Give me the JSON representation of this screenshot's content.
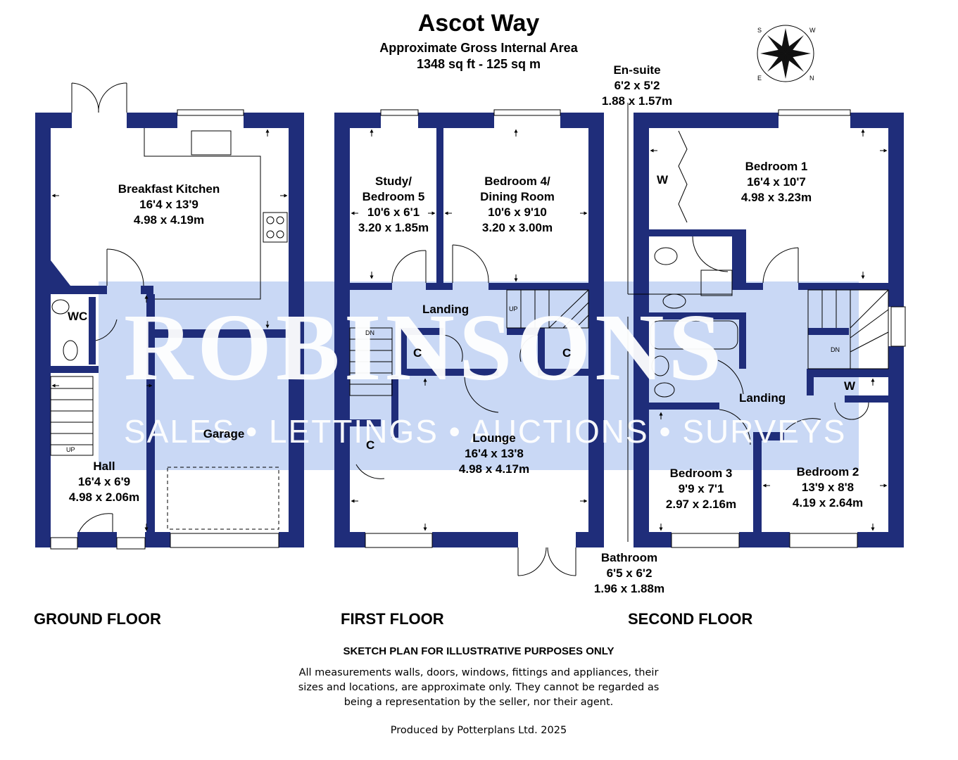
{
  "header": {
    "title": "Ascot Way",
    "subtitle": "Approximate Gross Internal Area",
    "area": "1348 sq ft - 125 sq m"
  },
  "watermark": {
    "brand": "ROBINSONS",
    "services": "SALES • LETTINGS • AUCTIONS • SURVEYS",
    "color": "#c9d8f5"
  },
  "colors": {
    "wall": "#1f2d7a",
    "background": "#ffffff"
  },
  "ground_floor": {
    "label": "GROUND FLOOR",
    "breakfast_kitchen": {
      "name": "Breakfast Kitchen",
      "imperial": "16'4 x 13'9",
      "metric": "4.98 x 4.19m"
    },
    "wc": {
      "name": "WC"
    },
    "garage": {
      "name": "Garage"
    },
    "hall": {
      "name": "Hall",
      "imperial": "16'4 x 6'9",
      "metric": "4.98 x 2.06m"
    },
    "stairs_label": "UP"
  },
  "first_floor": {
    "label": "FIRST FLOOR",
    "study": {
      "name_line1": "Study/",
      "name_line2": "Bedroom 5",
      "imperial": "10'6 x 6'1",
      "metric": "3.20 x 1.85m"
    },
    "bedroom4": {
      "name_line1": "Bedroom 4/",
      "name_line2": "Dining Room",
      "imperial": "10'6 x 9'10",
      "metric": "3.20 x 3.00m"
    },
    "landing": {
      "name": "Landing"
    },
    "cupboard": "C",
    "lounge": {
      "name": "Lounge",
      "imperial": "16'4 x 13'8",
      "metric": "4.98 x 4.17m"
    },
    "stairs_up": "UP",
    "stairs_down": "DN"
  },
  "second_floor": {
    "label": "SECOND FLOOR",
    "ensuite": {
      "name": "En-suite",
      "imperial": "6'2 x 5'2",
      "metric": "1.88 x 1.57m"
    },
    "bedroom1": {
      "name": "Bedroom 1",
      "imperial": "16'4 x 10'7",
      "metric": "4.98 x 3.23m"
    },
    "wardrobe": "W",
    "landing": {
      "name": "Landing"
    },
    "bedroom3": {
      "name": "Bedroom 3",
      "imperial": "9'9 x 7'1",
      "metric": "2.97 x 2.16m"
    },
    "bedroom2": {
      "name": "Bedroom 2",
      "imperial": "13'9 x 8'8",
      "metric": "4.19 x 2.64m"
    },
    "bathroom": {
      "name": "Bathroom",
      "imperial": "6'5 x 6'2",
      "metric": "1.96 x 1.88m"
    },
    "stairs_down": "DN"
  },
  "compass": {
    "letters": [
      "S",
      "W",
      "E",
      "N"
    ]
  },
  "footer": {
    "sketch_note": "SKETCH PLAN FOR ILLUSTRATIVE PURPOSES ONLY",
    "disclaimer_line1": "All measurements walls, doors, windows, fittings and appliances, their",
    "disclaimer_line2": "sizes and locations, are approximate only. They cannot be regarded as",
    "disclaimer_line3": "being a representation by the seller, nor their agent.",
    "producer": "Produced by Potterplans Ltd. 2025"
  }
}
